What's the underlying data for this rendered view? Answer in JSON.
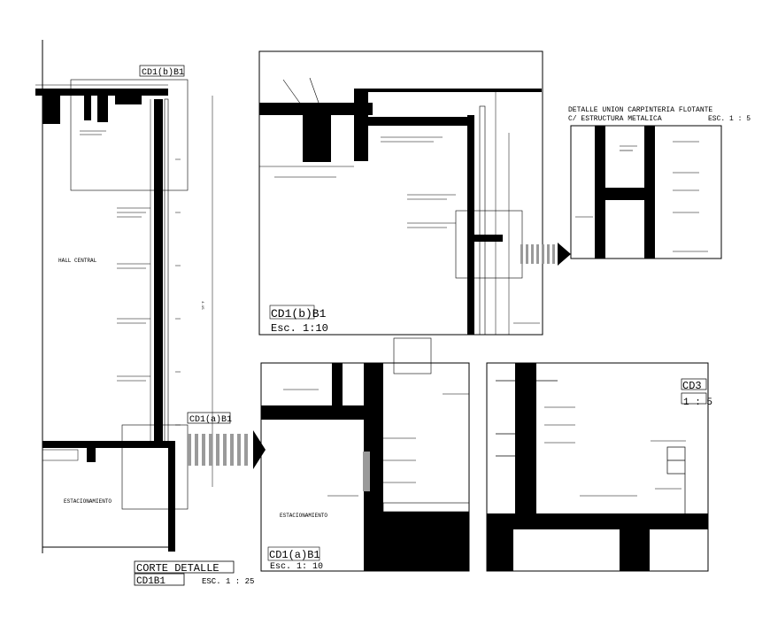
{
  "labels": {
    "left_tag": "CD1(b)B1",
    "left_tag2": "CD1(a)B1",
    "hall": "HALL CENTRAL",
    "estacionamiento_left": "ESTACIONAMIENTO",
    "corte_title": "CORTE DETALLE",
    "corte_code": "CD1B1",
    "corte_scale": "ESC. 1 : 25",
    "top_panel_code": "CD1(b)B1",
    "top_panel_scale": "Esc. 1:10",
    "detail_title_1": "DETALLE UNION CARPINTERIA FLOTANTE",
    "detail_title_2": "C/ ESTRUCTURA METALICA",
    "detail_scale": "ESC. 1 : 5",
    "mid_panel_code": "CD1(a)B1",
    "mid_panel_scale": "Esc. 1: 10",
    "estacionamiento_mid": "ESTACIONAMIENTO",
    "right_panel_code": "CD3",
    "right_panel_scale": "1 : 5",
    "dim_vertical": "4.15"
  },
  "colors": {
    "ink": "#000000",
    "hatch": "#9a9a9a",
    "paper": "#ffffff"
  }
}
